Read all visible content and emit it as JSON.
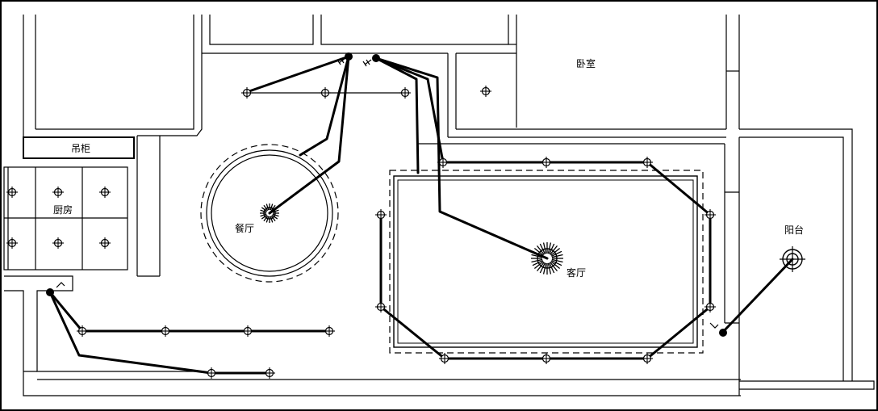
{
  "rooms": {
    "bedroom": "卧室",
    "cabinet": "吊柜",
    "kitchen": "厨房",
    "dining": "餐厅",
    "living": "客厅",
    "balcony": "阳台"
  },
  "colors": {
    "line": "#000000",
    "background": "#ffffff"
  },
  "fixtures": {
    "downlight_icon": "crosshair-circle",
    "chandelier_icon": "sunburst",
    "switch_icon": "switch-symbol"
  }
}
